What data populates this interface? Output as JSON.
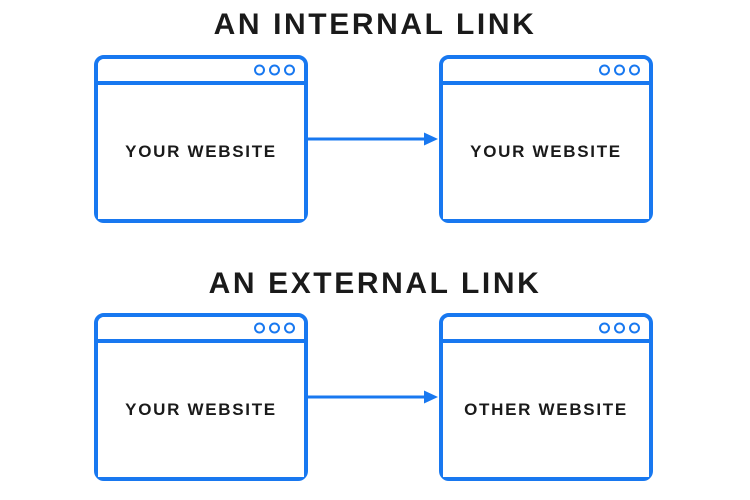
{
  "colors": {
    "accent_blue": "#1878f0",
    "text_dark": "#1a1a1a",
    "background": "#ffffff"
  },
  "sections": [
    {
      "heading": "AN INTERNAL LINK",
      "source_window": {
        "label": "YOUR WEBSITE",
        "dots": [
          "dot-1",
          "dot-2",
          "dot-3"
        ]
      },
      "target_window": {
        "label": "YOUR WEBSITE",
        "dots": [
          "dot-1",
          "dot-2",
          "dot-3"
        ]
      },
      "connector": "arrow-right"
    },
    {
      "heading": "AN EXTERNAL LINK",
      "source_window": {
        "label": "YOUR WEBSITE",
        "dots": [
          "dot-1",
          "dot-2",
          "dot-3"
        ]
      },
      "target_window": {
        "label": "OTHER WEBSITE",
        "dots": [
          "dot-1",
          "dot-2",
          "dot-3"
        ]
      },
      "connector": "arrow-right"
    }
  ]
}
